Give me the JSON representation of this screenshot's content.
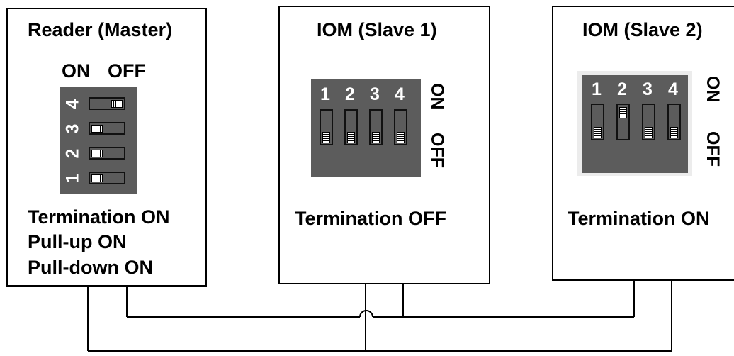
{
  "reader": {
    "title": "Reader (Master)",
    "on_label": "ON",
    "off_label": "OFF",
    "switch_numbers": [
      "4",
      "3",
      "2",
      "1"
    ],
    "status_lines": [
      "Termination ON",
      "Pull-up ON",
      "Pull-down ON"
    ]
  },
  "slave1": {
    "title": "IOM (Slave 1)",
    "switch_numbers": [
      "1",
      "2",
      "3",
      "4"
    ],
    "on_label": "ON",
    "off_label": "OFF",
    "status": "Termination OFF"
  },
  "slave2": {
    "title": "IOM (Slave 2)",
    "switch_numbers": [
      "1",
      "2",
      "3",
      "4"
    ],
    "on_label": "ON",
    "off_label": "OFF",
    "status": "Termination ON"
  },
  "colors": {
    "dip_body": "#5c5c5c",
    "line": "#000000",
    "background": "#ffffff"
  }
}
